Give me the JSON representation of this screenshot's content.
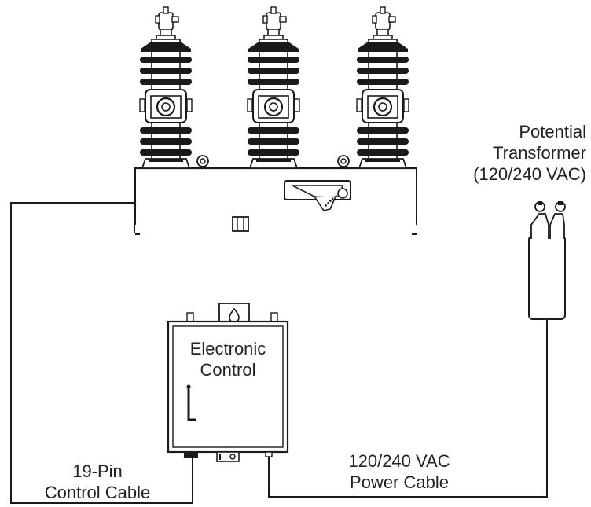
{
  "labels": {
    "potential_transformer": [
      "Potential",
      "Transformer",
      "(120/240 VAC)"
    ],
    "electronic_control": [
      "Electronic",
      "Control"
    ],
    "control_cable": [
      "19-Pin",
      "Control Cable"
    ],
    "power_cable": [
      "120/240 VAC",
      "Power Cable"
    ]
  },
  "colors": {
    "line": "#1a1a1a",
    "fill": "#ffffff",
    "text": "#222222"
  },
  "icons": [
    "recloser-icon",
    "bushing-icon",
    "terminal-connector-icon",
    "control-cabinet-icon",
    "potential-transformer-icon",
    "handle-icon",
    "connector-icon"
  ]
}
